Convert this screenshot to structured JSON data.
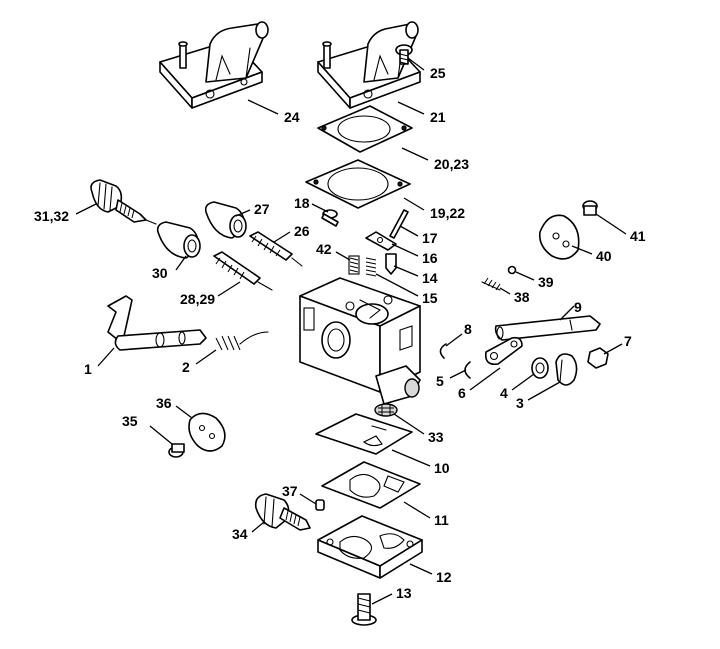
{
  "callouts": [
    {
      "id": "c24",
      "label": "24"
    },
    {
      "id": "c21",
      "label": "21"
    },
    {
      "id": "c25",
      "label": "25"
    },
    {
      "id": "c2023",
      "label": "20,23"
    },
    {
      "id": "c1922",
      "label": "19,22"
    },
    {
      "id": "c3132",
      "label": "31,32"
    },
    {
      "id": "c27",
      "label": "27"
    },
    {
      "id": "c18",
      "label": "18"
    },
    {
      "id": "c17",
      "label": "17"
    },
    {
      "id": "c26",
      "label": "26"
    },
    {
      "id": "c16",
      "label": "16"
    },
    {
      "id": "c42",
      "label": "42"
    },
    {
      "id": "c14",
      "label": "14"
    },
    {
      "id": "c30",
      "label": "30"
    },
    {
      "id": "c15",
      "label": "15"
    },
    {
      "id": "c2829",
      "label": "28,29"
    },
    {
      "id": "c41",
      "label": "41"
    },
    {
      "id": "c40",
      "label": "40"
    },
    {
      "id": "c39",
      "label": "39"
    },
    {
      "id": "c38",
      "label": "38"
    },
    {
      "id": "c9",
      "label": "9"
    },
    {
      "id": "c8",
      "label": "8"
    },
    {
      "id": "c7",
      "label": "7"
    },
    {
      "id": "c1",
      "label": "1"
    },
    {
      "id": "c2",
      "label": "2"
    },
    {
      "id": "c5",
      "label": "5"
    },
    {
      "id": "c6",
      "label": "6"
    },
    {
      "id": "c4",
      "label": "4"
    },
    {
      "id": "c3",
      "label": "3"
    },
    {
      "id": "c36",
      "label": "36"
    },
    {
      "id": "c35",
      "label": "35"
    },
    {
      "id": "c33",
      "label": "33"
    },
    {
      "id": "c10",
      "label": "10"
    },
    {
      "id": "c37",
      "label": "37"
    },
    {
      "id": "c11",
      "label": "11"
    },
    {
      "id": "c34",
      "label": "34"
    },
    {
      "id": "c12",
      "label": "12"
    },
    {
      "id": "c13",
      "label": "13"
    }
  ]
}
